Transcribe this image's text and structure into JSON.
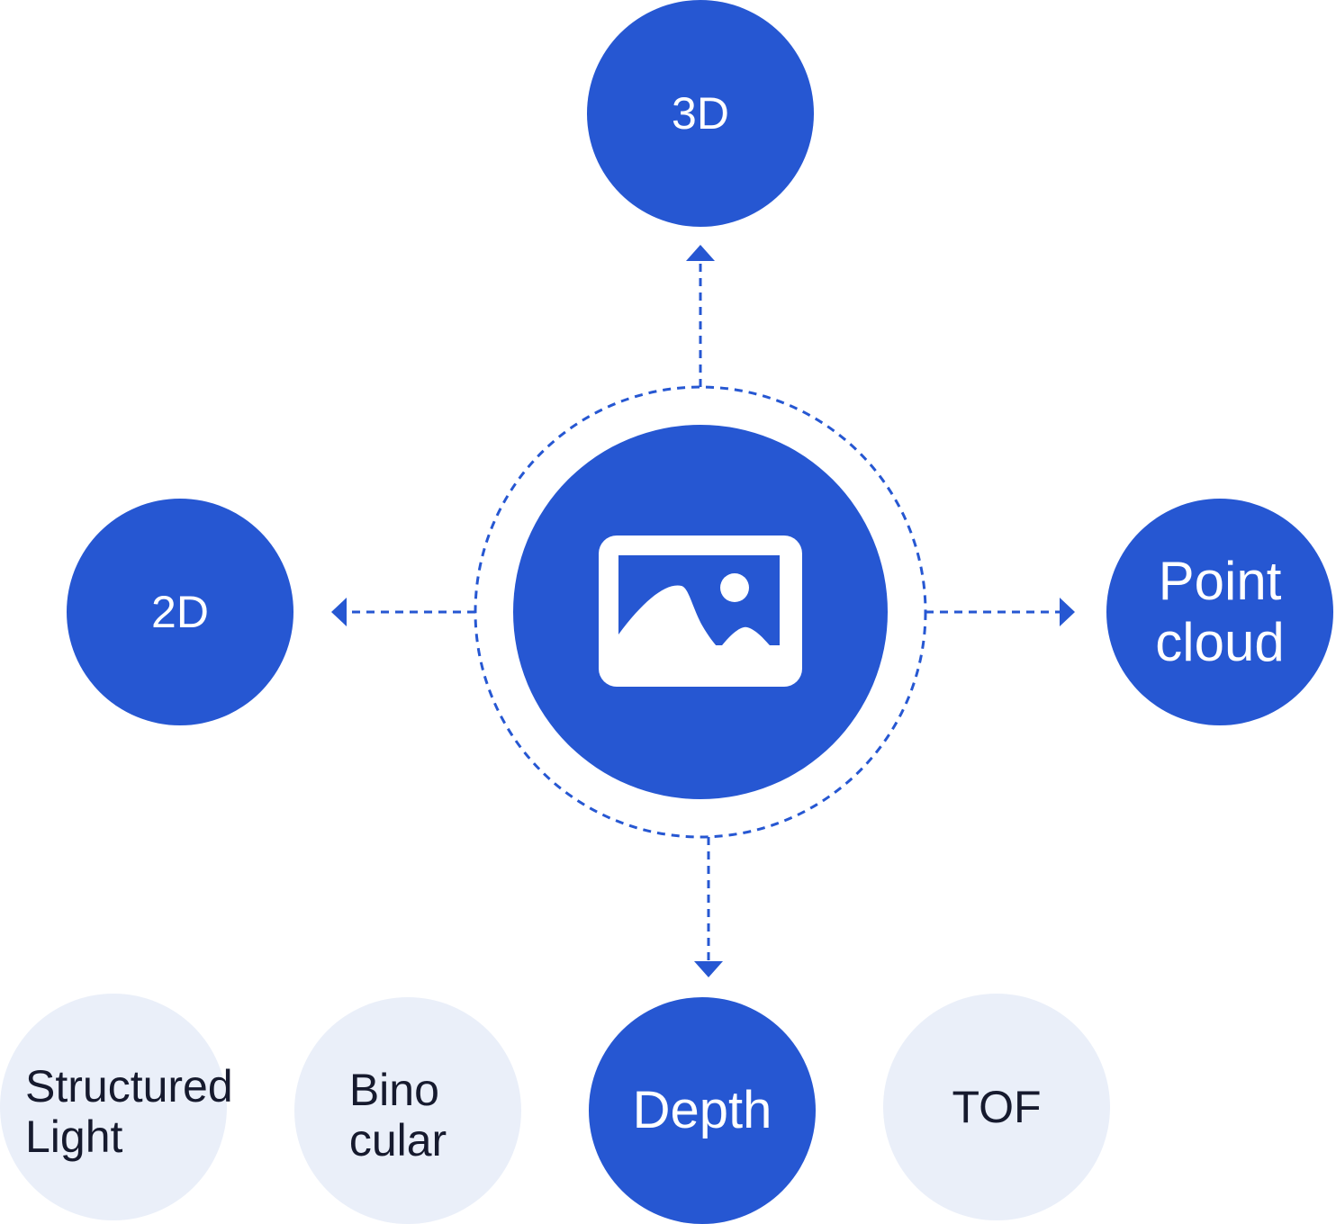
{
  "colors": {
    "primary": "#2657d2",
    "secondary": "#eaeff9",
    "primary_text": "#ffffff",
    "secondary_text": "#161a2e",
    "connector": "#2657d2"
  },
  "center": {
    "icon": "image-icon"
  },
  "nodes": {
    "top": {
      "label": "3D"
    },
    "left": {
      "label": "2D"
    },
    "right": {
      "line1": "Point",
      "line2": "cloud"
    },
    "bottom": {
      "label": "Depth"
    }
  },
  "depth_methods": [
    {
      "line1": "Structured",
      "line2": "Light"
    },
    {
      "line1": "Bino",
      "line2": "cular"
    },
    {
      "label": "TOF"
    }
  ]
}
